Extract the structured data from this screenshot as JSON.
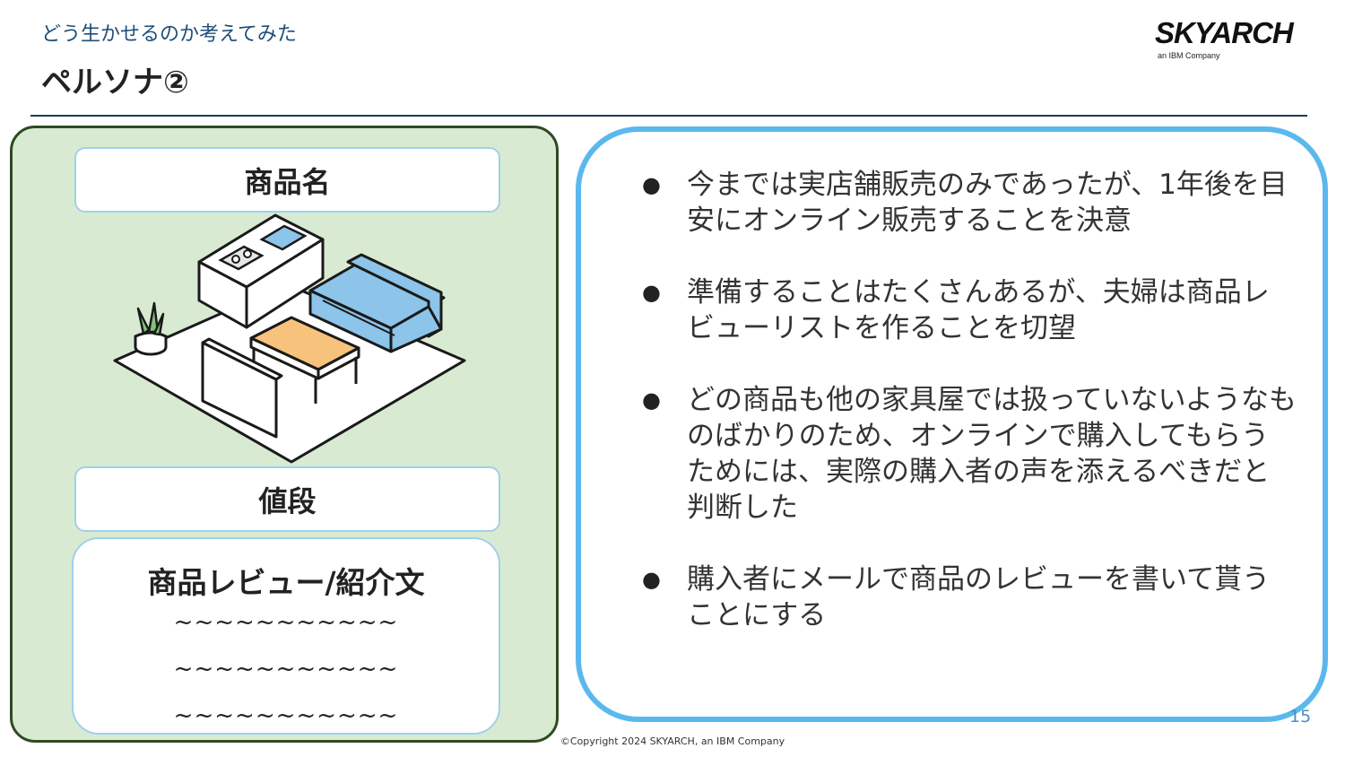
{
  "header": {
    "subtitle": "どう生かせるのか考えてみた",
    "title": "ペルソナ②"
  },
  "logo": {
    "name": "SKYARCH",
    "tagline": "an IBM Company"
  },
  "left_panel": {
    "product_name_label": "商品名",
    "price_label": "値段",
    "review_title": "商品レビュー/紹介文",
    "placeholder_lines": [
      "~~~~~~~~~~~",
      "~~~~~~~~~~~",
      "~~~~~~~~~~~"
    ],
    "illustration_icon": "living-room-furniture-icon"
  },
  "bullets": [
    {
      "marker": "●",
      "text": "今までは実店舗販売のみであったが、1年後を目安にオンライン販売することを決意"
    },
    {
      "marker": "●",
      "text": "準備することはたくさんあるが、夫婦は商品レビューリストを作ることを切望"
    },
    {
      "marker": "●",
      "text": "どの商品も他の家具屋では扱っていないようなものばかりのため、オンラインで購入してもらうためには、実際の購入者の声を添えるべきだと判断した"
    },
    {
      "marker": "●",
      "text": "購入者にメールで商品のレビューを書いて貰うことにする"
    }
  ],
  "footer": {
    "page_number": "15",
    "copyright": "©Copyright 2024 SKYARCH, an IBM Company"
  },
  "colors": {
    "accent_blue": "#5bb8ee",
    "panel_green": "#d9ead3",
    "panel_border": "#2e4a22",
    "subtitle_blue": "#1f4e79"
  }
}
